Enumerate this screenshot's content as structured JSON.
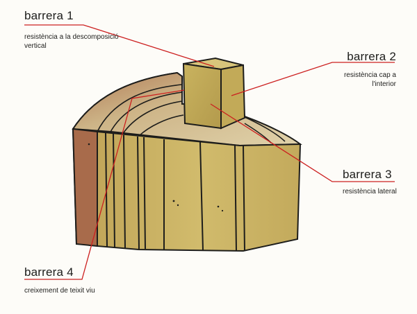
{
  "barriers": [
    {
      "title": "barrera 1",
      "description": "resistència a la descomposició vertical"
    },
    {
      "title": "barrera 2",
      "description": "resistència cap a l'interior"
    },
    {
      "title": "barrera 3",
      "description": "resistència lateral"
    },
    {
      "title": "barrera 4",
      "description": "creixement de teixit viu"
    }
  ],
  "colors": {
    "leader_line": "#cc1f1f",
    "wood_light": "#cdb76a",
    "wood_mid": "#b9a055",
    "bark": "#a66a4a",
    "outline": "#1d1d1b"
  }
}
